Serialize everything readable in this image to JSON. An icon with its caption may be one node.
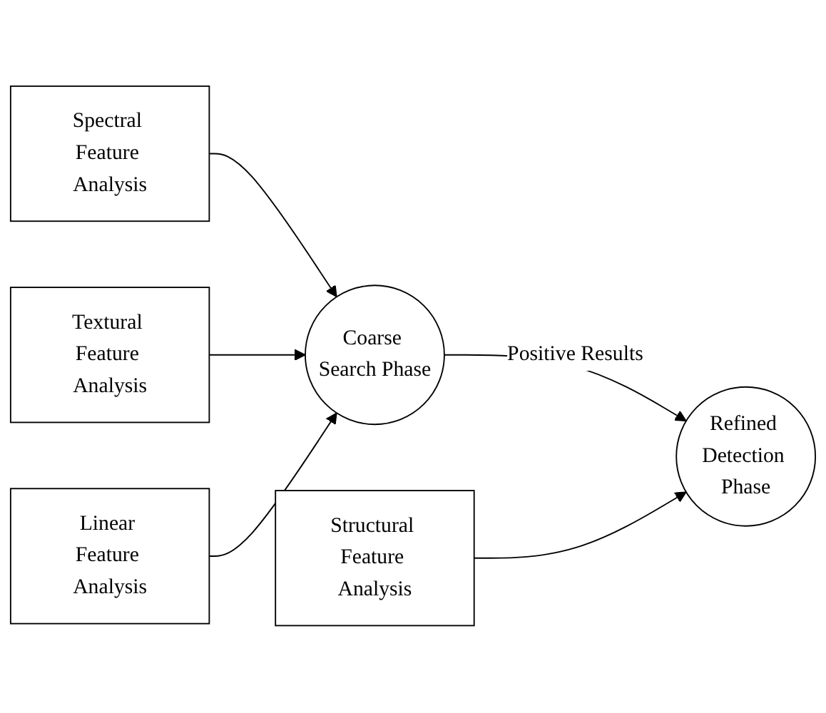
{
  "diagram": {
    "nodes": [
      {
        "text": [
          "Spectral Feature Analysis"
        ]
      },
      {
        "text": [
          "Coarse Search Phase"
        ]
      },
      {
        "text": [
          "Textural Feature Analysis"
        ]
      },
      {
        "text": [
          "Linear Feature Analysis"
        ]
      },
      {
        "text": [
          "Structural Feature Analysis"
        ]
      },
      {
        "text": [
          "Refined Detection Phase"
        ]
      }
    ],
    "edges": [
      {
        "from": 0,
        "to": 1,
        "arrow": "to"
      },
      {
        "from": 2,
        "to": 1,
        "arrow": "to"
      },
      {
        "from": 3,
        "to": 1,
        "arrow": "to"
      },
      {
        "from": 1,
        "to": 5,
        "arrow": "to",
        "label": "Positive Results"
      },
      {
        "from": 4,
        "to": 5,
        "arrow": "to"
      }
    ]
  }
}
